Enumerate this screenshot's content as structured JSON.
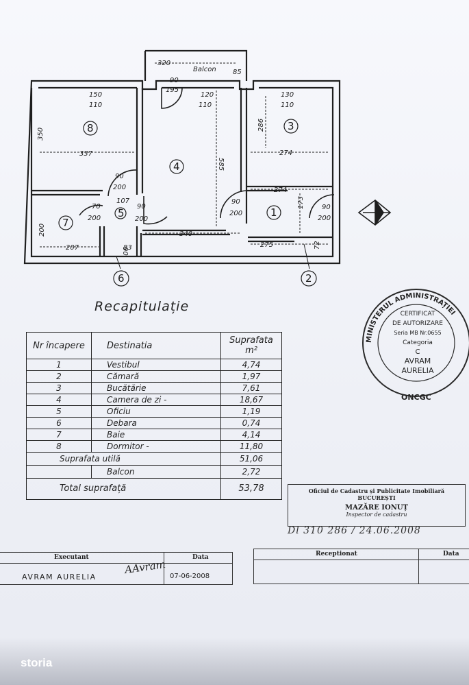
{
  "plan": {
    "room_numbers": [
      "1",
      "2",
      "3",
      "4",
      "5",
      "6",
      "7",
      "8"
    ],
    "dims": {
      "balcon_w": "320",
      "balcon_label": "Balcon",
      "balcon_d": "85",
      "door_top": "90",
      "door_top2": "195",
      "r8_win_a": "150",
      "r8_win_b": "110",
      "r4_win_a": "120",
      "r4_win_b": "110",
      "r3_win_a": "130",
      "r3_win_b": "110",
      "r8_h": "350",
      "r8_w": "337",
      "r4_h": "585",
      "r3_h": "286",
      "r3_w": "274",
      "r1_w": "274",
      "r1_h": "173",
      "d8_a": "90",
      "d8_b": "200",
      "d1_a": "90",
      "d1_b": "200",
      "d2_a": "90",
      "d2_b": "200",
      "d5_a": "107",
      "d5_b": "90",
      "d5_c": "200",
      "d7_a": "70",
      "d7_b": "200",
      "r7_h": "200",
      "r7_w": "207",
      "r6_a": "90",
      "r6_b": "83",
      "r4_w": "340",
      "r2_w": "275",
      "r2_h": "72"
    }
  },
  "recap": {
    "title": "Recapitulație",
    "col_nr": "Nr încapere",
    "col_dest": "Destinatia",
    "col_sup": "Suprafata m²",
    "rows": [
      {
        "nr": "1",
        "dest": "Vestibul",
        "sup": "4,74"
      },
      {
        "nr": "2",
        "dest": "Cămară",
        "sup": "1,97"
      },
      {
        "nr": "3",
        "dest": "Bucătărie",
        "sup": "7,61"
      },
      {
        "nr": "4",
        "dest": "Camera de zi -",
        "sup": "18,67"
      },
      {
        "nr": "5",
        "dest": "Oficiu",
        "sup": "1,19"
      },
      {
        "nr": "6",
        "dest": "Debara",
        "sup": "0,74"
      },
      {
        "nr": "7",
        "dest": "Baie",
        "sup": "4,14"
      },
      {
        "nr": "8",
        "dest": "Dormitor -",
        "sup": "11,80"
      }
    ],
    "util_label": "Suprafata utilă",
    "util_value": "51,06",
    "balcon_label": "Balcon",
    "balcon_value": "2,72",
    "total_label": "Total suprafață",
    "total_value": "53,78"
  },
  "stamp": {
    "ring": "MINISTERUL ADMINISTRAȚIEI",
    "ring_bottom": "ONCGC",
    "l1": "CERTIFICAT",
    "l2": "DE AUTORIZARE",
    "l3": "Seria MB Nr.0655",
    "l4": "Categoria",
    "l5": "C",
    "l6": "AVRAM",
    "l7": "AURELIA"
  },
  "ocp": {
    "l1": "Oficiul de Cadastru și Publicitate Imobiliară",
    "l2": "BUCUREȘTI",
    "l3": "MAZĂRE IONUȚ",
    "l4": "Inspector de cadastru",
    "handwritten": "Dl 310 286 / 24.06.2008"
  },
  "footer": {
    "executant_hd": "Executant",
    "data_hd": "Data",
    "executant_name": "AVRAM AURELIA",
    "signature": "AAvram",
    "executant_date": "07-06-2008",
    "receptionat_hd": "Receptionat",
    "data2_hd": "Data"
  },
  "watermark": "storia"
}
